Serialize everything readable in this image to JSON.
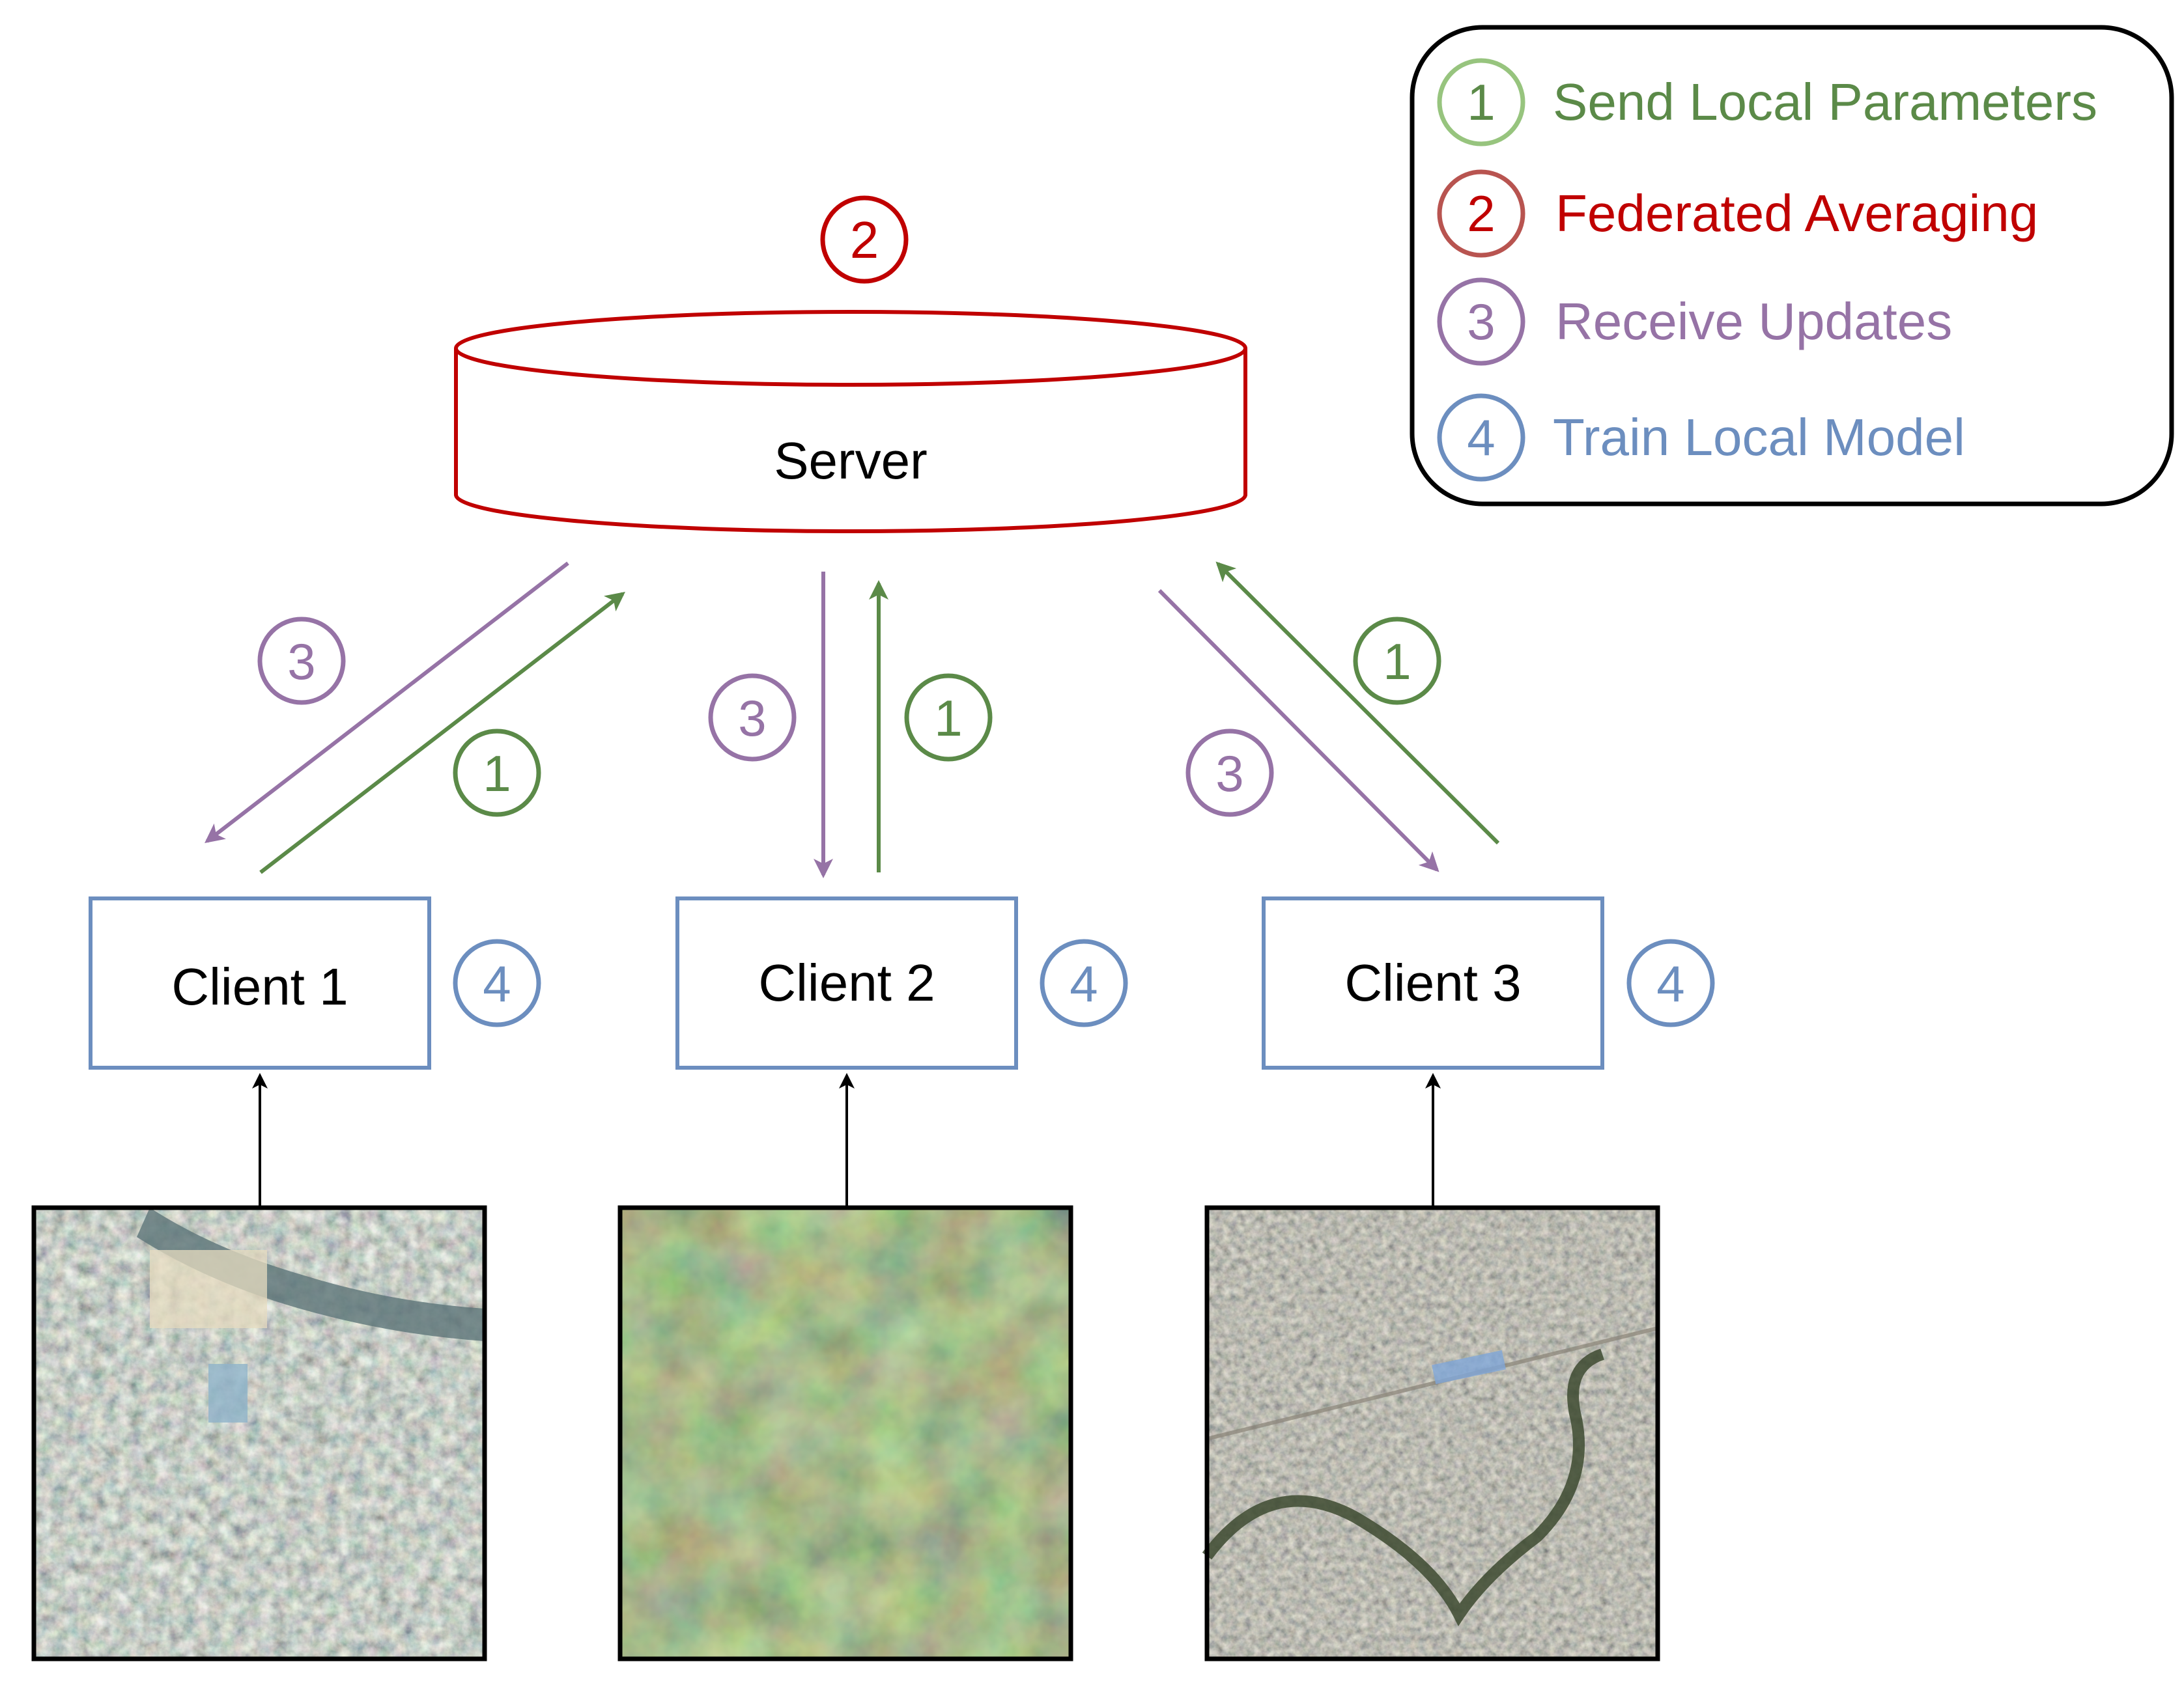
{
  "colors": {
    "send": "#5b8a48",
    "avg": "#c00000",
    "receive": "#9673a6",
    "train": "#6c8ebf",
    "ink": "#000000"
  },
  "legend": {
    "items": [
      {
        "num": "1",
        "label": "Send Local Parameters",
        "color": "#5b8a48"
      },
      {
        "num": "2",
        "label": "Federated Averaging",
        "color": "#c00000"
      },
      {
        "num": "3",
        "label": "Receive Updates",
        "color": "#9673a6"
      },
      {
        "num": "4",
        "label": "Train Local Model",
        "color": "#6c8ebf"
      }
    ]
  },
  "server": {
    "label": "Server",
    "step": "2"
  },
  "clients": [
    {
      "label": "Client 1",
      "step": "4",
      "image": "dense-urban-satellite-image"
    },
    {
      "label": "Client 2",
      "step": "4",
      "image": "grassland-satellite-image"
    },
    {
      "label": "Client 3",
      "step": "4",
      "image": "city-with-river-satellite-image"
    }
  ],
  "links": [
    {
      "receive_step": "3",
      "send_step": "1"
    },
    {
      "receive_step": "3",
      "send_step": "1"
    },
    {
      "receive_step": "3",
      "send_step": "1"
    }
  ]
}
